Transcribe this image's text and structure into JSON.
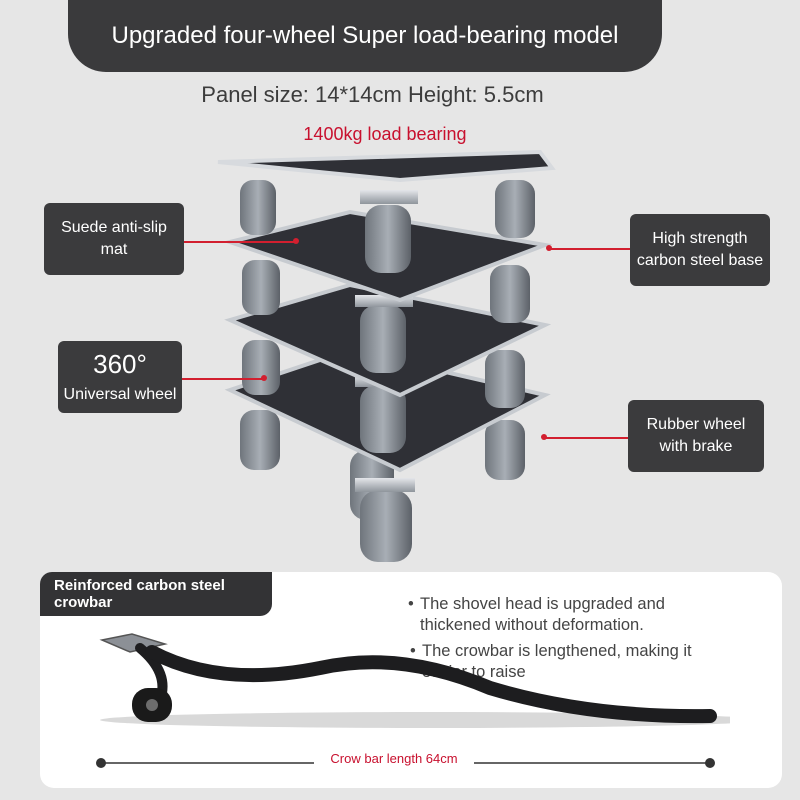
{
  "header": {
    "title": "Upgraded four-wheel Super load-bearing model"
  },
  "specs": {
    "panel_size": "Panel size: 14*14cm Height: 5.5cm",
    "load_bearing": "1400kg load bearing"
  },
  "callouts": {
    "suede_mat": "Suede anti-slip mat",
    "wheel_360_big": "360°",
    "wheel_360_label": "Universal wheel",
    "carbon_steel_base": "High strength carbon steel base",
    "rubber_wheel": "Rubber wheel with brake"
  },
  "crowbar_section": {
    "tag": "Reinforced carbon steel crowbar",
    "bullets": [
      "The shovel head is upgraded and thickened without deformation.",
      "The crowbar is lengthened, making it easier to raise"
    ],
    "length_label": "Crow bar length 64cm"
  },
  "colors": {
    "accent_red": "#c8102e",
    "dark_box": "#3b3b3d",
    "background": "#e6e6e6"
  }
}
